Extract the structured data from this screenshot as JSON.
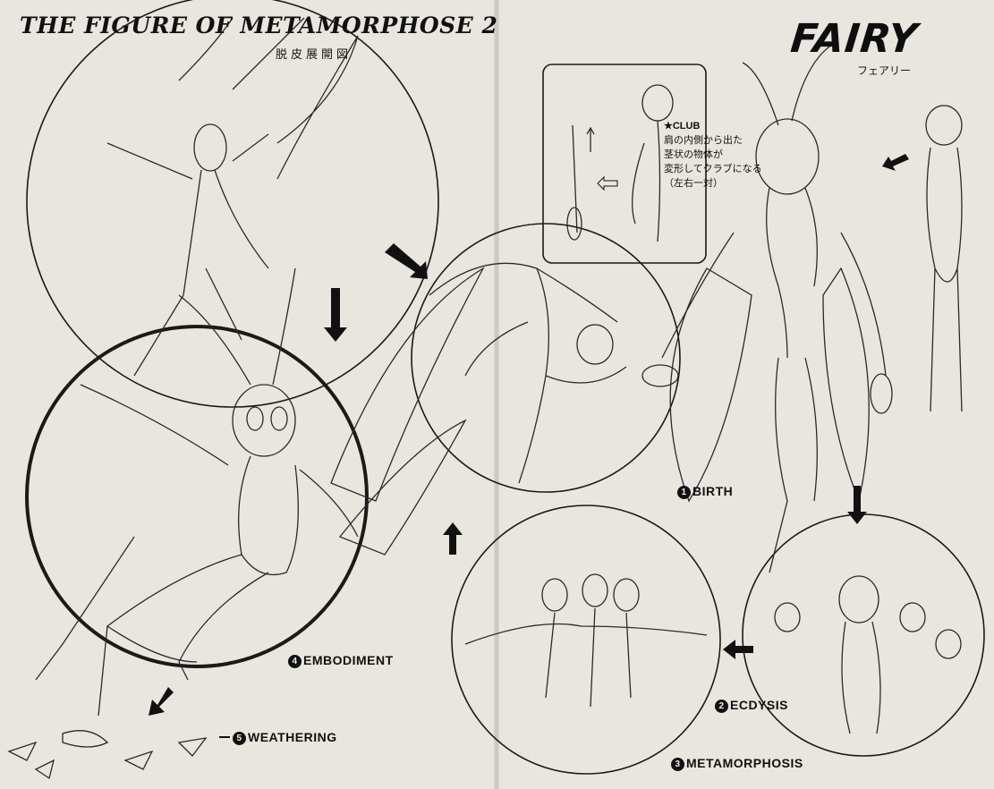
{
  "header": {
    "left_title": "THE FIGURE OF METAMORPHOSE 2",
    "left_subtitle": "脱皮展開図",
    "right_title": "FAIRY",
    "right_subtitle": "フェアリー"
  },
  "club_note": {
    "heading": "★CLUB",
    "line1": "肩の内側から出た",
    "line2": "茎状の物体が",
    "line3": "変形してクラブになる",
    "line4": "（左右一対）"
  },
  "stages": [
    {
      "num": "1",
      "label": "BIRTH"
    },
    {
      "num": "2",
      "label": "ECDYSIS"
    },
    {
      "num": "3",
      "label": "METAMORPHOSIS"
    },
    {
      "num": "4",
      "label": "EMBODIMENT"
    },
    {
      "num": "5",
      "label": "WEATHERING"
    }
  ],
  "colors": {
    "paper": "#e9e6df",
    "ink": "#151515"
  }
}
